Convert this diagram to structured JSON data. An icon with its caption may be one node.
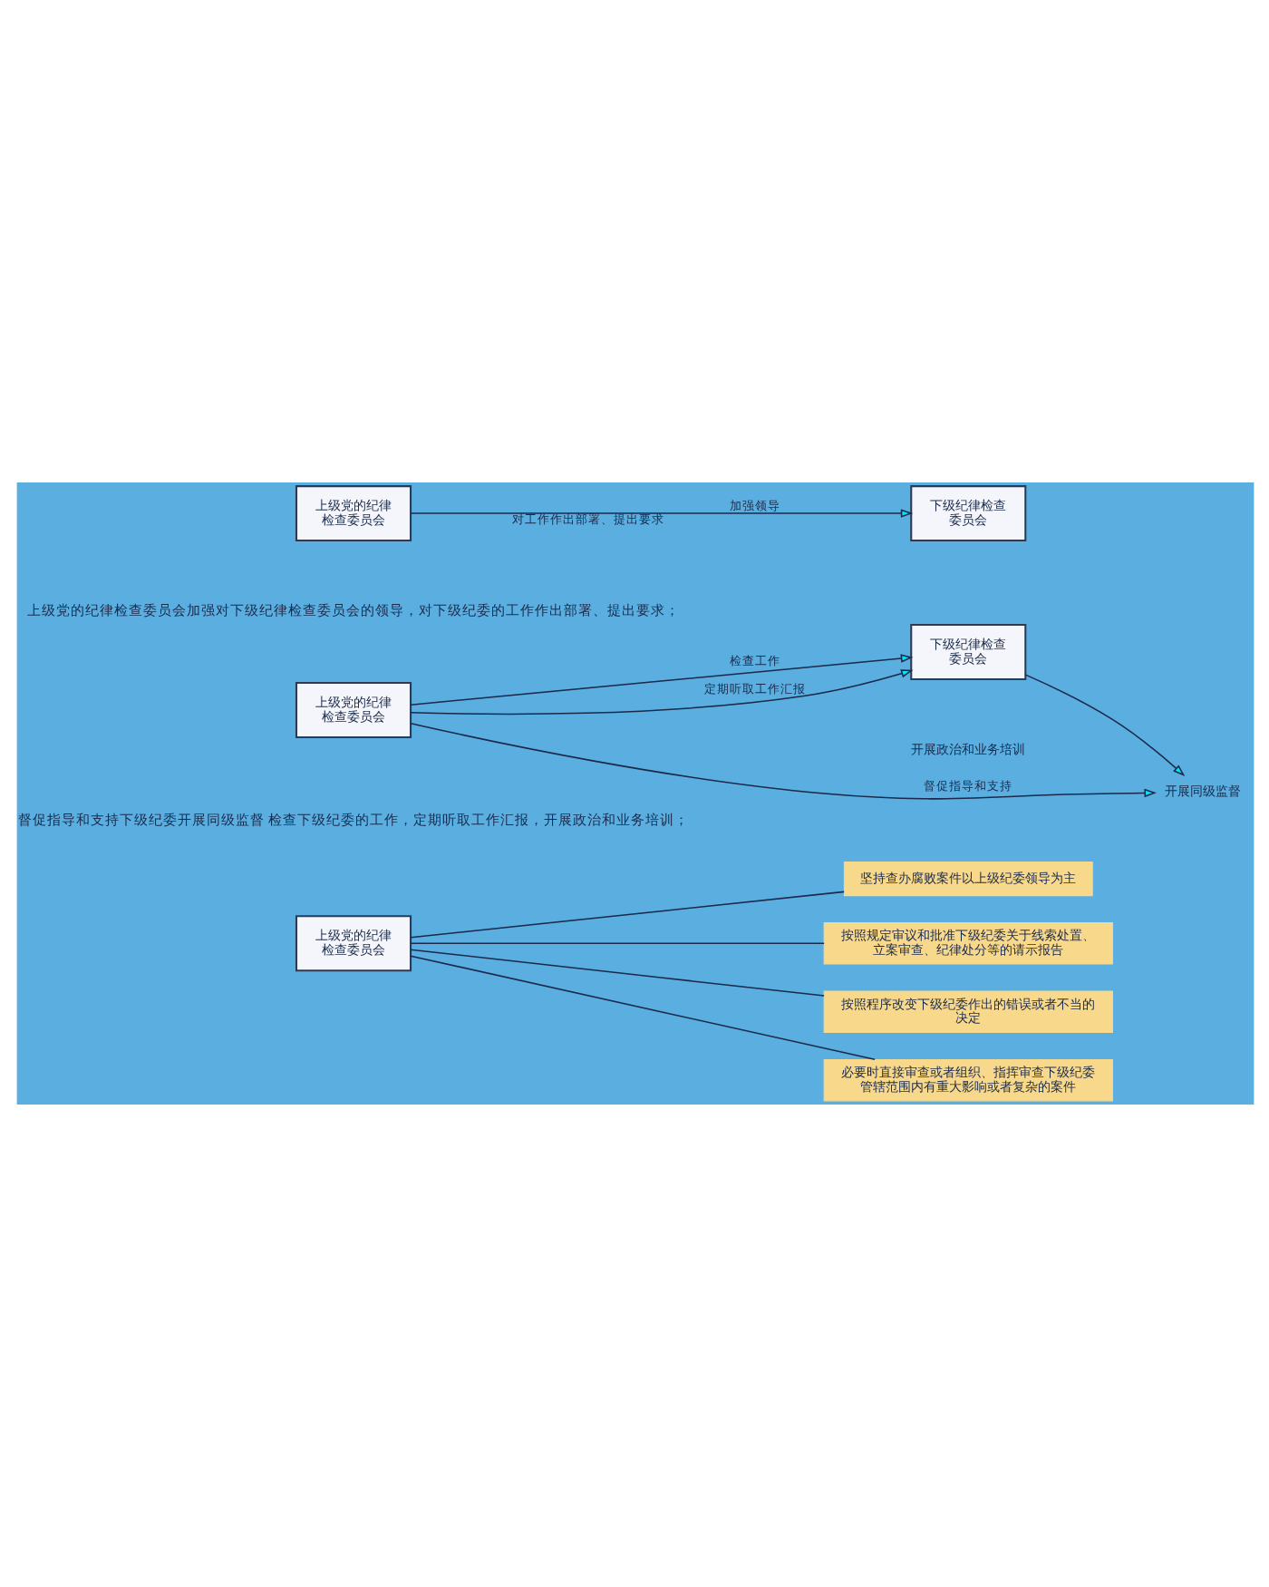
{
  "diagram": {
    "nodes": [
      {
        "text": [
          "上级党的纪律检查委员会"
        ]
      },
      {
        "text": [
          "下级纪律检查委员会"
        ]
      },
      {
        "text": [
          "上级党的纪律检查委员会"
        ]
      },
      {
        "text": [
          "下级纪律检查委员会"
        ]
      },
      {
        "text": [
          "开展同级监督"
        ]
      },
      {
        "text": [
          "上级党的纪律检查委员会"
        ]
      },
      {
        "text": [
          "坚持查办腐败案件以上级纪委领导为主"
        ]
      },
      {
        "text": [
          "按照规定审议和批准下级纪委关于线索处置、立案审查、纪律处分等的请示报告"
        ]
      },
      {
        "text": [
          "按照程序改变下级纪委作出的错误或者不当的决定"
        ]
      },
      {
        "text": [
          "必要时直接审查或者组织、指挥审查下级纪委管辖范围内有重大影响或者复杂的案件"
        ]
      }
    ],
    "edges": [
      {
        "from": 0,
        "to": 1,
        "arrow": "to",
        "label": "加强领导"
      },
      {
        "from": 2,
        "to": 4,
        "arrow": "to",
        "label": "督促指导和支持"
      },
      {
        "from": 3,
        "to": 4,
        "arrow": "to"
      },
      {
        "from": 2,
        "to": 3,
        "arrow": "to",
        "label": "检查工作"
      },
      {
        "from": 2,
        "to": 3,
        "arrow": "to",
        "label": "定期听取工作汇报"
      },
      {
        "from": 5,
        "to": 6,
        "arrow": "none"
      },
      {
        "from": 5,
        "to": 7,
        "arrow": "none"
      },
      {
        "from": 5,
        "to": 8,
        "arrow": "none"
      },
      {
        "from": 5,
        "to": 9,
        "arrow": "none"
      }
    ],
    "labels": [
      "对工作作出部署、提出要求",
      "上级党的纪律检查委员会加强对下级纪律检查委员会的领导，对下级纪委的工作作出部署、提出要求；",
      "开展政治和业务培训",
      "督促指导和支持下级纪委开展同级监督 检查下级纪委的工作，定期听取工作汇报，开展政治和业务培训；"
    ]
  }
}
